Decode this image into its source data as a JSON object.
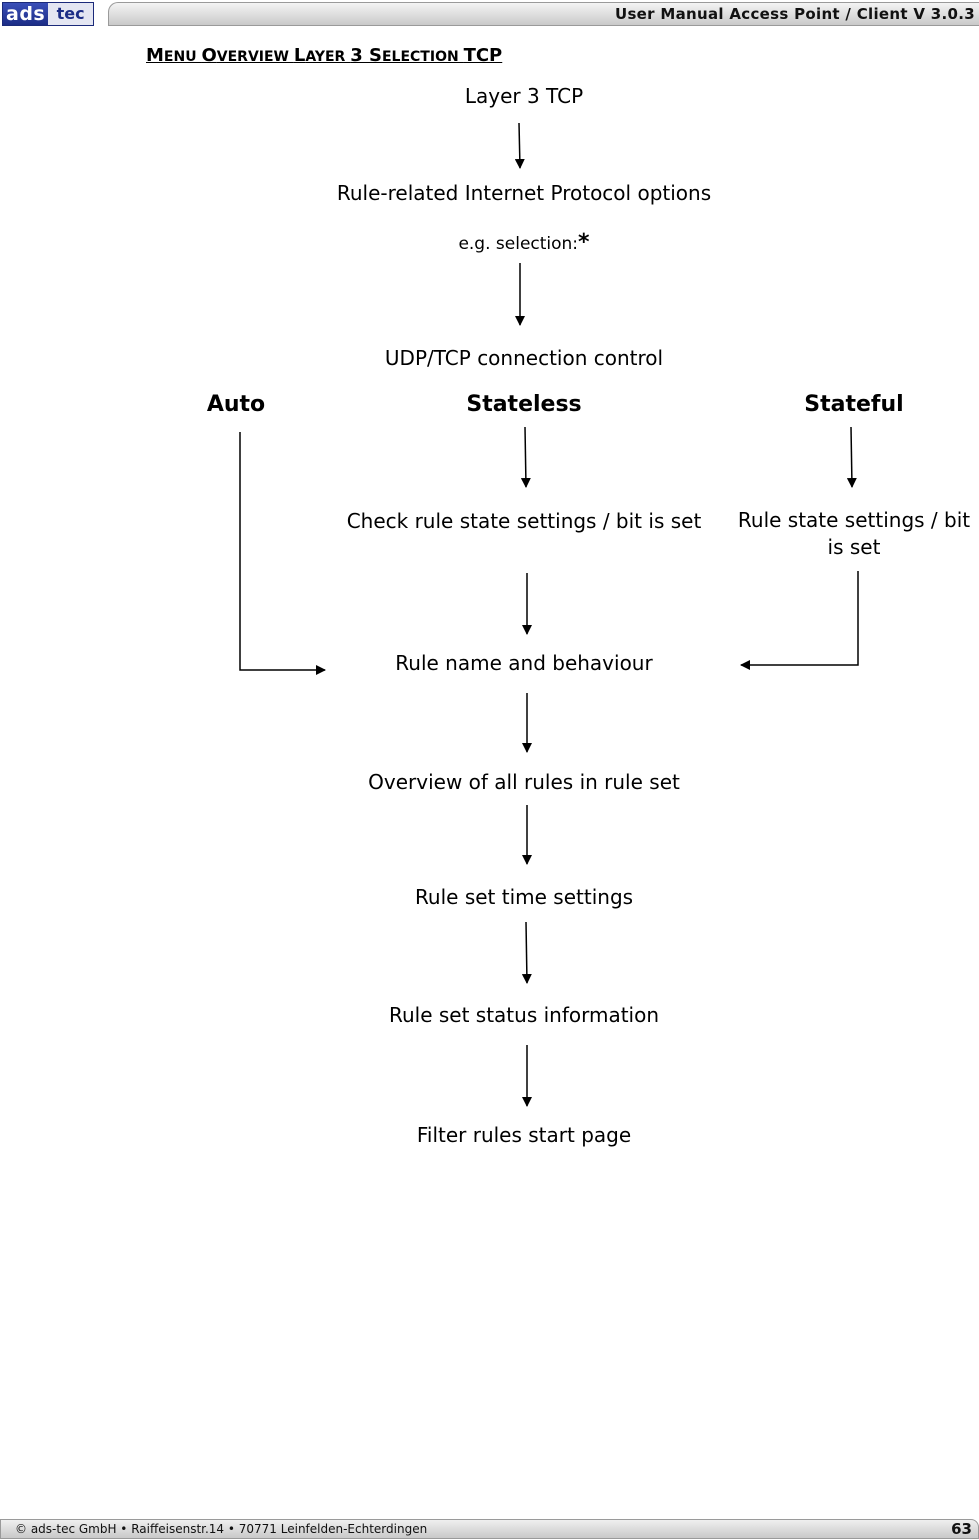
{
  "header": {
    "logo_part1": "ads",
    "logo_part2": "tec",
    "manual_title": "User Manual Access  Point / Client V 3.0.3"
  },
  "section": {
    "title_1": "M",
    "title_2": "ENU ",
    "title_3": "O",
    "title_4": "VERVIEW ",
    "title_5": "L",
    "title_6": "AYER ",
    "title_7": "3 S",
    "title_8": "ELECTION ",
    "title_9": "TCP"
  },
  "flow": {
    "layer3": "Layer 3 TCP",
    "ip_options": "Rule-related Internet Protocol options",
    "example": "e.g. selection:",
    "example_star": "*",
    "connection_control": "UDP/TCP connection control",
    "branch_auto": "Auto",
    "branch_stateless": "Stateless",
    "branch_stateful": "Stateful",
    "check_state": "Check rule state settings / bit is set",
    "state_settings": "Rule state settings / bit is set",
    "rule_name": "Rule name and behaviour",
    "overview": "Overview of all rules in rule set",
    "time_settings": "Rule set time settings",
    "status_info": "Rule set status information",
    "start_page": "Filter rules start page"
  },
  "footer": {
    "company": "© ads-tec GmbH • Raiffeisenstr.14 • 70771 Leinfelden-Echterdingen",
    "page_number": "63"
  }
}
